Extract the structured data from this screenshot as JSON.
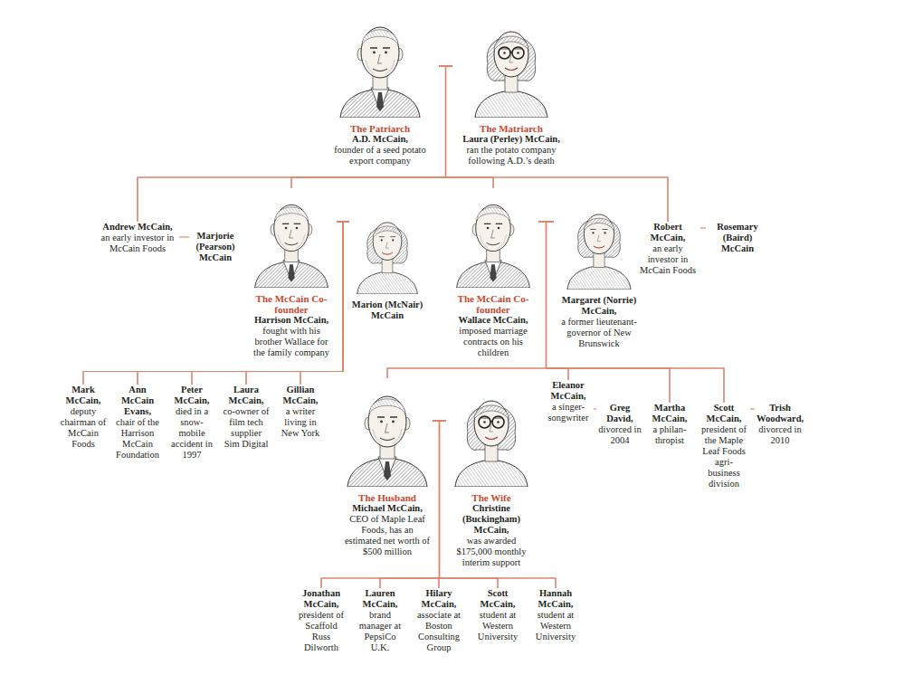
{
  "diagram": {
    "nodes": [
      {
        "text": [
          "The Patriarch",
          "A.D. McCain,",
          "founder of a seed potato export company"
        ]
      },
      {
        "text": [
          "The Matriarch",
          "Laura (Perley) McCain,",
          "ran the potato company following A.D.’s death"
        ]
      },
      {
        "text": [
          "Andrew McCain,",
          "an early investor in McCain Foods"
        ]
      },
      {
        "text": [
          "Marjorie (Pearson) McCain"
        ]
      },
      {
        "text": [
          "The McCain Co-founder",
          "Harrison McCain,",
          "fought with his brother Wallace for the family company"
        ]
      },
      {
        "text": [
          "Marion (McNair) McCain"
        ]
      },
      {
        "text": [
          "The McCain Co-founder",
          "Wallace McCain,",
          "imposed marriage contracts on his children"
        ]
      },
      {
        "text": [
          "Margaret (Norrie) McCain,",
          "a former lieutenant-governor of New Brunswick"
        ]
      },
      {
        "text": [
          "Robert McCain,",
          "an early investor in McCain Foods"
        ]
      },
      {
        "text": [
          "Rosemary (Baird) McCain"
        ]
      },
      {
        "text": [
          "Mark McCain,",
          "deputy chairman of McCain Foods"
        ]
      },
      {
        "text": [
          "Ann McCain Evans,",
          "chair of the Harrison McCain Foundation"
        ]
      },
      {
        "text": [
          "Peter McCain,",
          "died in a snow-mobile accident in 1997"
        ]
      },
      {
        "text": [
          "Laura McCain,",
          "co-owner of film tech supplier Sim Digital"
        ]
      },
      {
        "text": [
          "Gillian McCain,",
          "a writer living in New York"
        ]
      },
      {
        "text": [
          "The Husband",
          "Michael McCain,",
          "CEO of Maple Leaf Foods, has an estimated net worth of $500 million"
        ]
      },
      {
        "text": [
          "The Wife",
          "Christine (Buckingham) McCain,",
          "was awarded $175,000 monthly interim support"
        ]
      },
      {
        "text": [
          "Eleanor McCain,",
          "a singer-songwriter"
        ]
      },
      {
        "text": [
          "Greg David,",
          "divorced in 2004"
        ]
      },
      {
        "text": [
          "Martha McCain,",
          "a philan-thropist"
        ]
      },
      {
        "text": [
          "Scott McCain,",
          "president of the Maple Leaf Foods agri-business division"
        ]
      },
      {
        "text": [
          "Trish Woodward,",
          "divorced in 2010"
        ]
      },
      {
        "text": [
          "Jonathan McCain,",
          "president of Scaffold Russ Dilworth"
        ]
      },
      {
        "text": [
          "Lauren McCain,",
          "brand manager at PepsiCo U.K."
        ]
      },
      {
        "text": [
          "Hilary McCain,",
          "associate at Boston Consulting Group"
        ]
      },
      {
        "text": [
          "Scott McCain,",
          "student at Western University"
        ]
      },
      {
        "text": [
          "Hannah McCain,",
          "student at Western University"
        ]
      }
    ],
    "edges": [
      {
        "from": 0,
        "to": 1,
        "arrow": "none"
      },
      {
        "from": 0,
        "to": 2,
        "arrow": "none"
      },
      {
        "from": 1,
        "to": 2,
        "arrow": "none"
      },
      {
        "from": 0,
        "to": 4,
        "arrow": "none"
      },
      {
        "from": 1,
        "to": 4,
        "arrow": "none"
      },
      {
        "from": 0,
        "to": 6,
        "arrow": "none"
      },
      {
        "from": 1,
        "to": 6,
        "arrow": "none"
      },
      {
        "from": 0,
        "to": 8,
        "arrow": "none"
      },
      {
        "from": 1,
        "to": 8,
        "arrow": "none"
      },
      {
        "from": 2,
        "to": 3,
        "arrow": "none"
      },
      {
        "from": 4,
        "to": 5,
        "arrow": "none"
      },
      {
        "from": 6,
        "to": 7,
        "arrow": "none"
      },
      {
        "from": 8,
        "to": 9,
        "arrow": "none"
      },
      {
        "from": 4,
        "to": 10,
        "arrow": "none"
      },
      {
        "from": 5,
        "to": 10,
        "arrow": "none"
      },
      {
        "from": 4,
        "to": 11,
        "arrow": "none"
      },
      {
        "from": 5,
        "to": 11,
        "arrow": "none"
      },
      {
        "from": 4,
        "to": 12,
        "arrow": "none"
      },
      {
        "from": 5,
        "to": 12,
        "arrow": "none"
      },
      {
        "from": 4,
        "to": 13,
        "arrow": "none"
      },
      {
        "from": 5,
        "to": 13,
        "arrow": "none"
      },
      {
        "from": 4,
        "to": 14,
        "arrow": "none"
      },
      {
        "from": 5,
        "to": 14,
        "arrow": "none"
      },
      {
        "from": 6,
        "to": 15,
        "arrow": "none"
      },
      {
        "from": 7,
        "to": 15,
        "arrow": "none"
      },
      {
        "from": 6,
        "to": 17,
        "arrow": "none"
      },
      {
        "from": 7,
        "to": 17,
        "arrow": "none"
      },
      {
        "from": 6,
        "to": 19,
        "arrow": "none"
      },
      {
        "from": 7,
        "to": 19,
        "arrow": "none"
      },
      {
        "from": 6,
        "to": 20,
        "arrow": "none"
      },
      {
        "from": 7,
        "to": 20,
        "arrow": "none"
      },
      {
        "from": 15,
        "to": 16,
        "arrow": "none"
      },
      {
        "from": 17,
        "to": 18,
        "arrow": "none"
      },
      {
        "from": 20,
        "to": 21,
        "arrow": "none"
      },
      {
        "from": 15,
        "to": 22,
        "arrow": "none"
      },
      {
        "from": 16,
        "to": 22,
        "arrow": "none"
      },
      {
        "from": 15,
        "to": 23,
        "arrow": "none"
      },
      {
        "from": 16,
        "to": 23,
        "arrow": "none"
      },
      {
        "from": 15,
        "to": 24,
        "arrow": "none"
      },
      {
        "from": 16,
        "to": 24,
        "arrow": "none"
      },
      {
        "from": 15,
        "to": 25,
        "arrow": "none"
      },
      {
        "from": 16,
        "to": 25,
        "arrow": "none"
      },
      {
        "from": 15,
        "to": 26,
        "arrow": "none"
      },
      {
        "from": 16,
        "to": 26,
        "arrow": "none"
      }
    ]
  }
}
